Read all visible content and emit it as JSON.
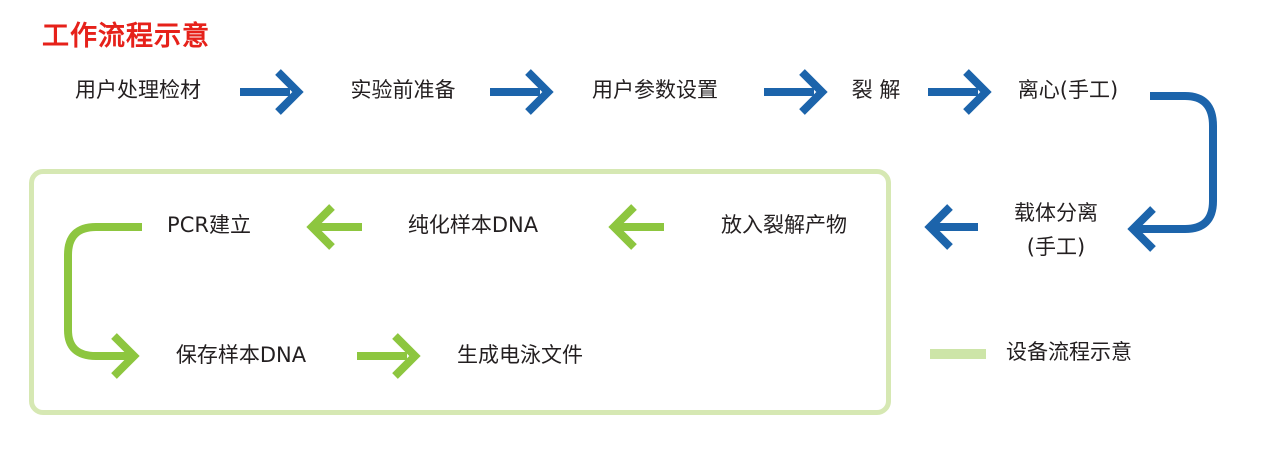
{
  "title": "工作流程示意",
  "colors": {
    "title": "#e6211a",
    "manual_arrows": "#1c64ab",
    "device_arrows": "#8dc63f",
    "device_box": "#d6e8b3",
    "legend_swatch": "#cde5a8"
  },
  "steps_manual": [
    "用户处理检材",
    "实验前准备",
    "用户参数设置",
    "裂  解",
    "离心(手工)",
    "载体分离",
    "(手工)"
  ],
  "steps_device": [
    "放入裂解产物",
    "纯化样本DNA",
    "PCR建立",
    "保存样本DNA",
    "生成电泳文件"
  ],
  "legend": {
    "label": "设备流程示意"
  }
}
